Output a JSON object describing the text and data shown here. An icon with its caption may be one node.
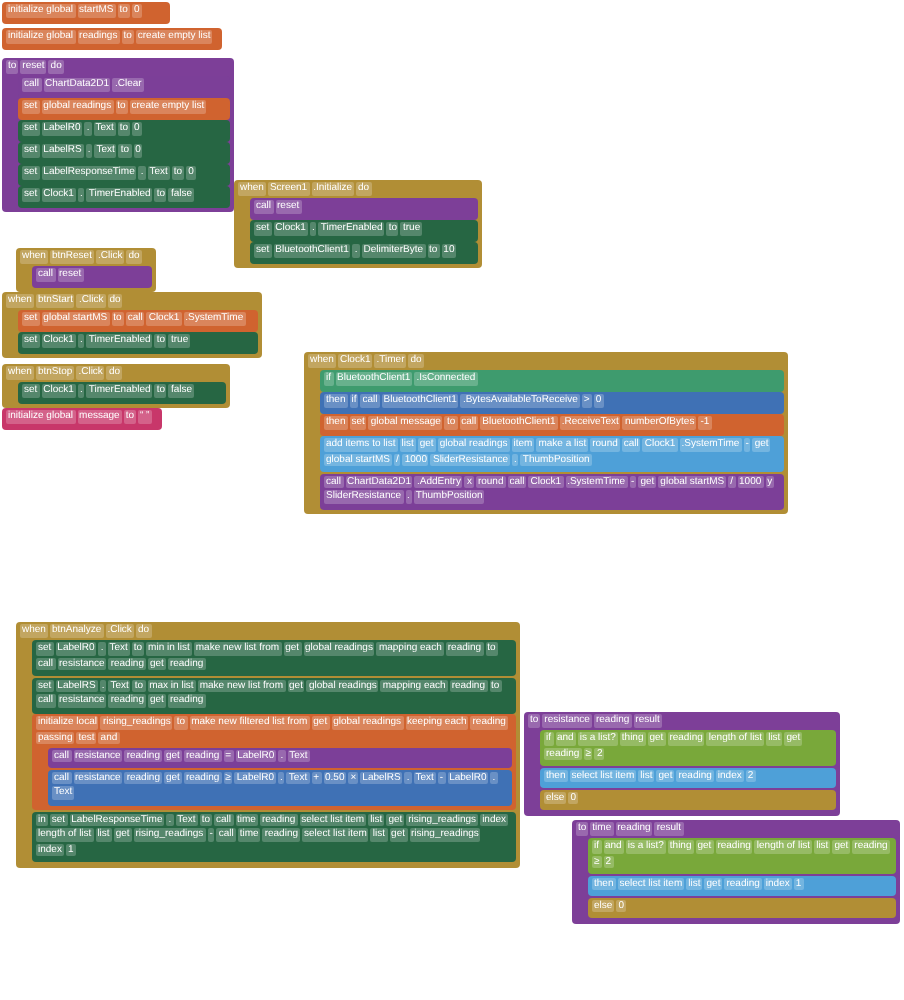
{
  "diagram": {
    "nodes": [
      {
        "text": [
          "initialize global",
          "startMS",
          "to",
          "0"
        ]
      },
      {
        "text": [
          "initialize global",
          "readings",
          "to",
          "create empty list"
        ]
      },
      {
        "text": [
          "to",
          "reset",
          "do"
        ]
      },
      {
        "text": [
          "call",
          "ChartData2D1",
          ".Clear"
        ],
        "in": 2
      },
      {
        "text": [
          "set",
          "global readings",
          "to",
          "create empty list"
        ],
        "in": 2
      },
      {
        "text": [
          "set",
          "LabelR0",
          ".",
          "Text",
          "to",
          "0"
        ],
        "in": 2
      },
      {
        "text": [
          "set",
          "LabelRS",
          ".",
          "Text",
          "to",
          "0"
        ],
        "in": 2
      },
      {
        "text": [
          "set",
          "LabelResponseTime",
          ".",
          "Text",
          "to",
          "0"
        ],
        "in": 2
      },
      {
        "text": [
          "set",
          "Clock1",
          ".",
          "TimerEnabled",
          "to",
          "false"
        ],
        "in": 2
      },
      {
        "text": [
          "when",
          "Screen1",
          ".Initialize",
          "do"
        ]
      },
      {
        "text": [
          "call",
          "reset"
        ],
        "in": 9
      },
      {
        "text": [
          "set",
          "Clock1",
          ".",
          "TimerEnabled",
          "to",
          "true"
        ],
        "in": 9
      },
      {
        "text": [
          "set",
          "BluetoothClient1",
          ".",
          "DelimiterByte",
          "to",
          "10"
        ],
        "in": 9
      },
      {
        "text": [
          "when",
          "btnReset",
          ".Click",
          "do"
        ]
      },
      {
        "text": [
          "call",
          "reset"
        ],
        "in": 13
      },
      {
        "text": [
          "when",
          "btnStart",
          ".Click",
          "do"
        ]
      },
      {
        "text": [
          "set",
          "global startMS",
          "to",
          "call",
          "Clock1",
          ".SystemTime"
        ],
        "in": 15
      },
      {
        "text": [
          "set",
          "Clock1",
          ".",
          "TimerEnabled",
          "to",
          "true"
        ],
        "in": 15
      },
      {
        "text": [
          "when",
          "btnStop",
          ".Click",
          "do"
        ]
      },
      {
        "text": [
          "set",
          "Clock1",
          ".",
          "TimerEnabled",
          "to",
          "false"
        ],
        "in": 18
      },
      {
        "text": [
          "initialize global",
          "message",
          "to",
          "“ ”"
        ]
      },
      {
        "text": [
          "when",
          "Clock1",
          ".Timer",
          "do"
        ]
      },
      {
        "text": [
          "if",
          "BluetoothClient1",
          ".IsConnected"
        ],
        "in": 21
      },
      {
        "text": [
          "then",
          "if",
          "call",
          "BluetoothClient1",
          ".BytesAvailableToReceive",
          ">",
          "0"
        ],
        "in": 21
      },
      {
        "text": [
          "then",
          "set",
          "global message",
          "to",
          "call",
          "BluetoothClient1",
          ".ReceiveText",
          "numberOfBytes",
          "-1"
        ],
        "in": 21
      },
      {
        "text": [
          "add items to list",
          "list",
          "get",
          "global readings",
          "item",
          "make a list",
          "round",
          "call",
          "Clock1",
          ".SystemTime",
          "-",
          "get",
          "global startMS",
          "/",
          "1000",
          "SliderResistance",
          ".",
          "ThumbPosition"
        ],
        "in": 21
      },
      {
        "text": [
          "call",
          "ChartData2D1",
          ".AddEntry",
          "x",
          "round",
          "call",
          "Clock1",
          ".SystemTime",
          "-",
          "get",
          "global startMS",
          "/",
          "1000",
          "y",
          "SliderResistance",
          ".",
          "ThumbPosition"
        ],
        "in": 21
      },
      {
        "text": [
          "when",
          "btnAnalyze",
          ".Click",
          "do"
        ]
      },
      {
        "text": [
          "set",
          "LabelR0",
          ".",
          "Text",
          "to",
          "min in list",
          "make new list from",
          "get",
          "global readings",
          "mapping each",
          "reading",
          "to",
          "call",
          "resistance",
          "reading",
          "get",
          "reading"
        ],
        "in": 27
      },
      {
        "text": [
          "set",
          "LabelRS",
          ".",
          "Text",
          "to",
          "max in list",
          "make new list from",
          "get",
          "global readings",
          "mapping each",
          "reading",
          "to",
          "call",
          "resistance",
          "reading",
          "get",
          "reading"
        ],
        "in": 27
      },
      {
        "text": [
          "initialize local",
          "rising_readings",
          "to",
          "make new filtered list from",
          "get",
          "global readings",
          "keeping each",
          "reading",
          "passing",
          "test",
          "and"
        ],
        "in": 27
      },
      {
        "text": [
          "call",
          "resistance",
          "reading",
          "get",
          "reading",
          "=",
          "LabelR0",
          ".",
          "Text"
        ],
        "in": 30
      },
      {
        "text": [
          "call",
          "resistance",
          "reading",
          "get",
          "reading",
          "≥",
          "LabelR0",
          ".",
          "Text",
          "+",
          "0.50",
          "×",
          "LabelRS",
          ".",
          "Text",
          "-",
          "LabelR0",
          ".",
          "Text"
        ],
        "in": 30
      },
      {
        "text": [
          "in",
          "set",
          "LabelResponseTime",
          ".",
          "Text",
          "to",
          "call",
          "time",
          "reading",
          "select list item",
          "list",
          "get",
          "rising_readings",
          "index",
          "length of list",
          "list",
          "get",
          "rising_readings",
          "-",
          "call",
          "time",
          "reading",
          "select list item",
          "list",
          "get",
          "rising_readings",
          "index",
          "1"
        ],
        "in": 27
      },
      {
        "text": [
          "to",
          "resistance",
          "reading",
          "result"
        ]
      },
      {
        "text": [
          "if",
          "and",
          "is a list?",
          "thing",
          "get",
          "reading",
          "length of list",
          "list",
          "get",
          "reading",
          "≥",
          "2"
        ],
        "in": 34
      },
      {
        "text": [
          "then",
          "select list item",
          "list",
          "get",
          "reading",
          "index",
          "2"
        ],
        "in": 34
      },
      {
        "text": [
          "else",
          "0"
        ],
        "in": 34
      },
      {
        "text": [
          "to",
          "time",
          "reading",
          "result"
        ]
      },
      {
        "text": [
          "if",
          "and",
          "is a list?",
          "thing",
          "get",
          "reading",
          "length of list",
          "list",
          "get",
          "reading",
          "≥",
          "2"
        ],
        "in": 38
      },
      {
        "text": [
          "then",
          "select list item",
          "list",
          "get",
          "reading",
          "index",
          "1"
        ],
        "in": 38
      },
      {
        "text": [
          "else",
          "0"
        ],
        "in": 38
      }
    ]
  }
}
